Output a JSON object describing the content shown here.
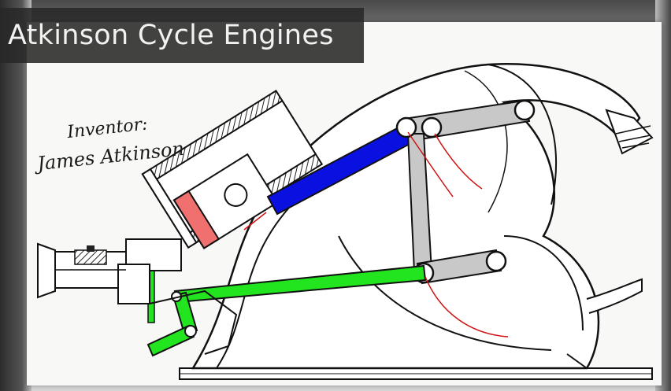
{
  "title": "Atkinson Cycle Engines",
  "signature": {
    "heading": "Inventor:",
    "name": "James Atkinson"
  },
  "colors": {
    "connecting_rod": "#0a10e0",
    "green_linkage": "#22e41f",
    "piston_crown": "#f07070",
    "links": "#c8c8c8",
    "annotation": "#d01010"
  }
}
